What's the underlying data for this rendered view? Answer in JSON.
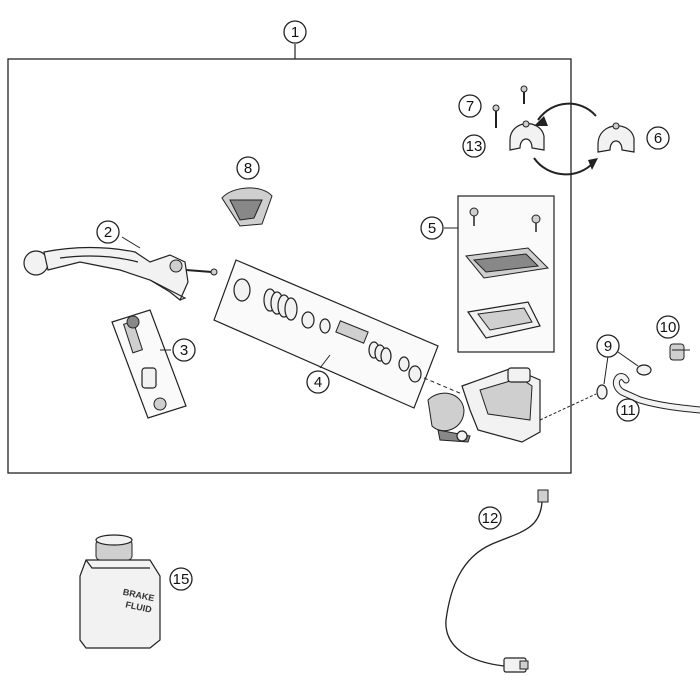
{
  "callouts": [
    {
      "id": "1",
      "text": "1"
    },
    {
      "id": "2",
      "text": "2"
    },
    {
      "id": "3",
      "text": "3"
    },
    {
      "id": "4",
      "text": "4"
    },
    {
      "id": "5",
      "text": "5"
    },
    {
      "id": "6",
      "text": "6"
    },
    {
      "id": "7",
      "text": "7"
    },
    {
      "id": "8",
      "text": "8"
    },
    {
      "id": "9",
      "text": "9"
    },
    {
      "id": "10",
      "text": "10"
    },
    {
      "id": "11",
      "text": "11"
    },
    {
      "id": "12",
      "text": "12"
    },
    {
      "id": "13",
      "text": "13"
    },
    {
      "id": "15",
      "text": "15"
    }
  ],
  "bottle_label": {
    "line1": "BRAKE",
    "line2": "FLUID"
  }
}
